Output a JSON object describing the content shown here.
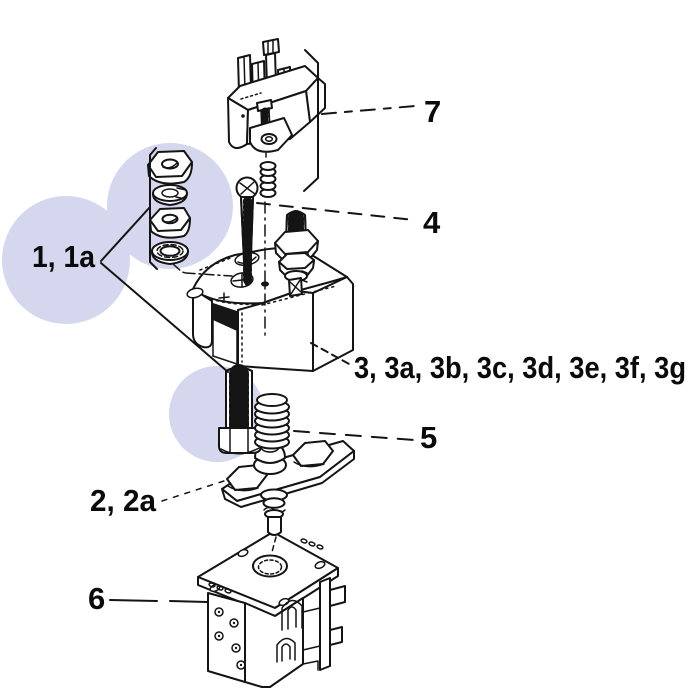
{
  "diagram": {
    "type": "exploded-parts-diagram",
    "background_color": "#ffffff",
    "line_color": "#141414",
    "highlight_color": "#d5d7ef",
    "labels": {
      "part1": "1, 1a",
      "part2": "2, 2a",
      "part3": "3, 3a, 3b, 3c, 3d, 3e, 3f, 3g",
      "part4": "4",
      "part5": "5",
      "part6": "6",
      "part7": "7"
    }
  }
}
